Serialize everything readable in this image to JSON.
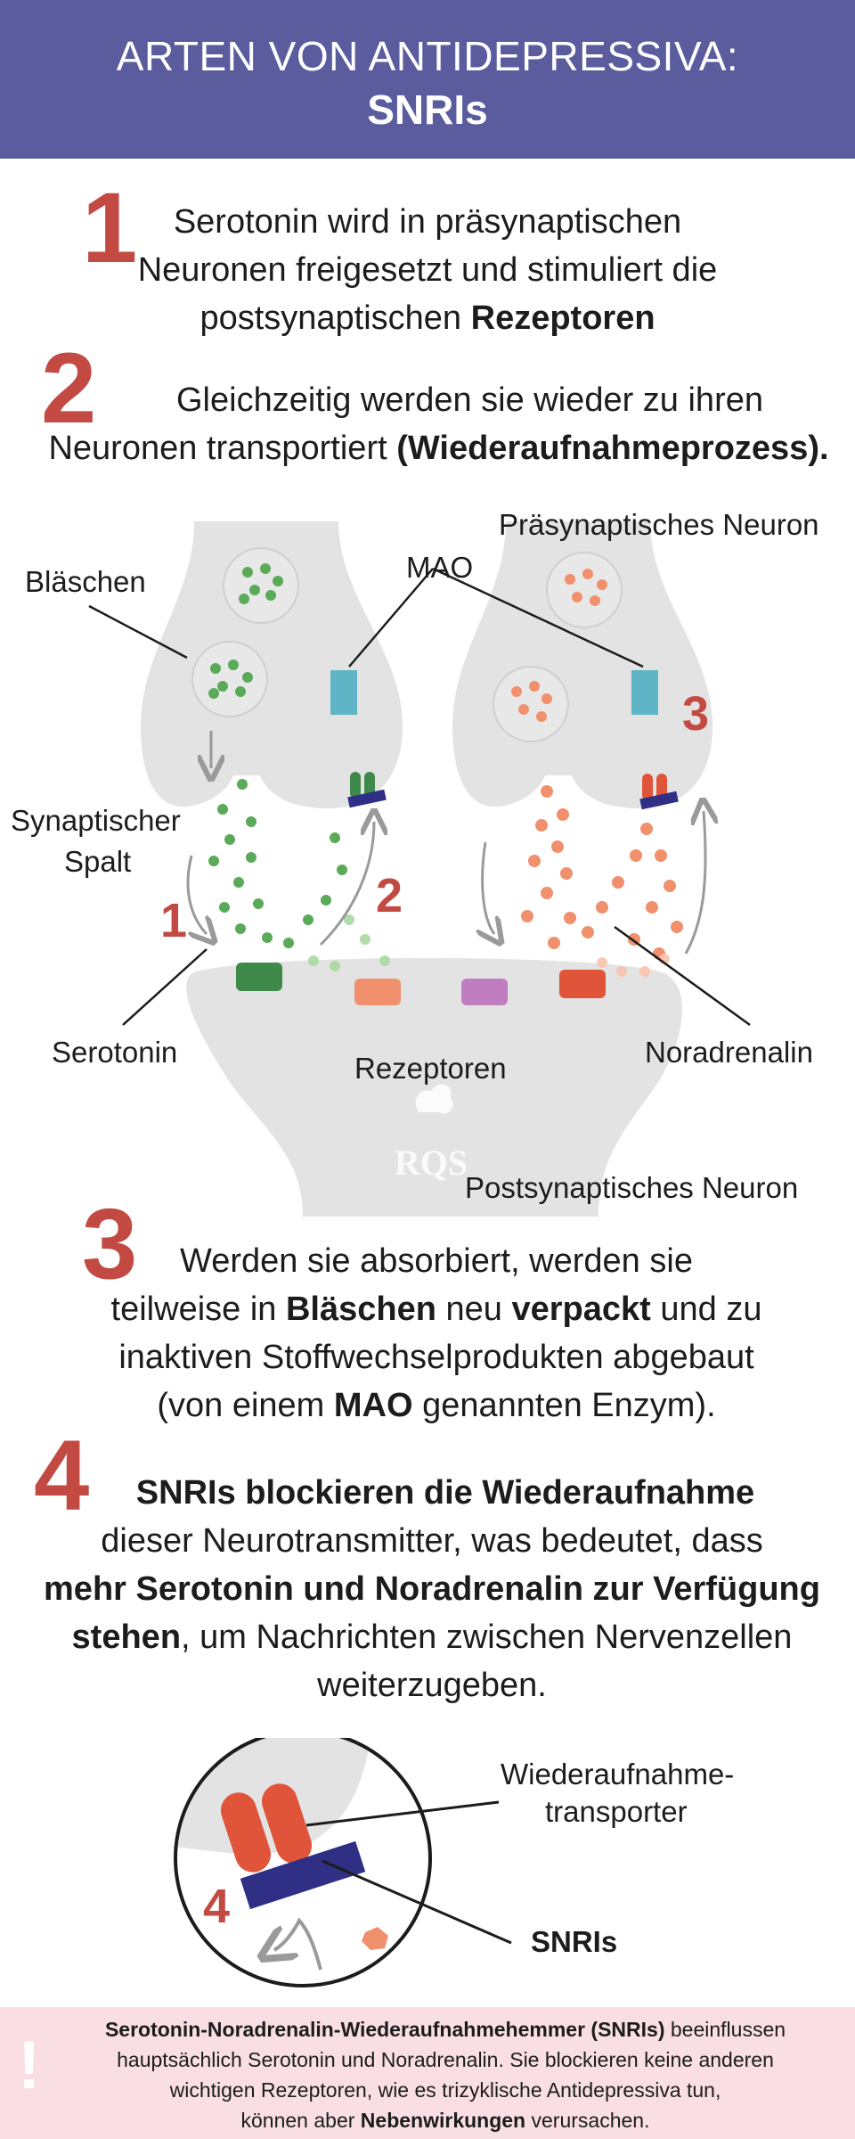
{
  "header": {
    "title_line1": "ARTEN VON ANTIDEPRESSIVA:",
    "title_line2": "SNRIs"
  },
  "steps": [
    {
      "number": "1",
      "lines": [
        {
          "a": "Serotonin wird in präsynaptischen",
          "b": "",
          "c": ""
        },
        {
          "a": "Neuronen freigesetzt und stimuliert die",
          "b": "",
          "c": ""
        },
        {
          "a": "postsynaptischen ",
          "b": "Rezeptoren",
          "c": ""
        }
      ]
    },
    {
      "number": "2",
      "lines": [
        {
          "a": "Gleichzeitig werden sie wieder zu ihren",
          "b": "",
          "c": ""
        },
        {
          "a": "Neuronen transportiert ",
          "b": "(Wiederaufnahmeprozess).",
          "c": ""
        }
      ]
    },
    {
      "number": "3",
      "lines": [
        {
          "a": "Werden sie absorbiert, werden sie",
          "b": "",
          "c": ""
        },
        {
          "a": "teilweise in ",
          "b": "Bläschen",
          "c": " neu "
        },
        {
          "a": "",
          "b": "verpackt",
          "c": " und zu"
        },
        {
          "a": "inaktiven Stoffwechselprodukten abgebaut",
          "b": "",
          "c": ""
        },
        {
          "a": "(von einem ",
          "b": "MAO",
          "c": " genannten Enzym)."
        }
      ]
    },
    {
      "number": "4",
      "lines": [
        {
          "a": "",
          "b": "SNRIs blockieren die Wiederaufnahme",
          "c": ""
        },
        {
          "a": "dieser Neurotransmitter, was bedeutet, dass",
          "b": "",
          "c": ""
        },
        {
          "a": "",
          "b": "mehr Serotonin und Noradrenalin zur Verfügung",
          "c": ""
        },
        {
          "a": "",
          "b": "stehen",
          "c": ", um Nachrichten zwischen Nervenzellen"
        },
        {
          "a": "weiterzugeben.",
          "b": "",
          "c": ""
        }
      ]
    }
  ],
  "diagram": {
    "labels": {
      "presynaptic": "Präsynaptisches Neuron",
      "vesicles": "Bläschen",
      "mao": "MAO",
      "synaptic_cleft_1": "Synaptischer",
      "synaptic_cleft_2": "Spalt",
      "serotonin": "Serotonin",
      "receptors": "Rezeptoren",
      "noradrenaline": "Noradrenalin",
      "postsynaptic": "Postsynaptisches Neuron"
    },
    "markers": {
      "one": "1",
      "two": "2",
      "three": "3"
    },
    "watermark": "RQS",
    "colors": {
      "neuron": "#e3e3e3",
      "serotonin": "#5aaa5a",
      "noradrenaline": "#f0906c",
      "mao": "#5fb5c5",
      "transporter_red": "#e0553a",
      "transporter_green": "#3f8a4a",
      "snri_blue": "#2f2f86",
      "receptor_purple": "#c07ec0",
      "accent": "#c24a43"
    }
  },
  "zoom": {
    "label_transporter_1": "Wiederaufnahme-",
    "label_transporter_2": "transporter",
    "label_snris": "SNRIs",
    "marker": "4"
  },
  "footer": {
    "icon": "!",
    "lines": [
      {
        "a": "",
        "b": "Serotonin-Noradrenalin-Wiederaufnahmehemmer (SNRIs)",
        "c": " beeinflussen"
      },
      {
        "a": "hauptsächlich Serotonin und Noradrenalin. Sie blockieren keine anderen",
        "b": "",
        "c": ""
      },
      {
        "a": "wichtigen Rezeptoren, wie es trizyklische Antidepressiva tun,",
        "b": "",
        "c": ""
      },
      {
        "a": "können aber ",
        "b": "Nebenwirkungen",
        "c": " verursachen."
      }
    ]
  }
}
